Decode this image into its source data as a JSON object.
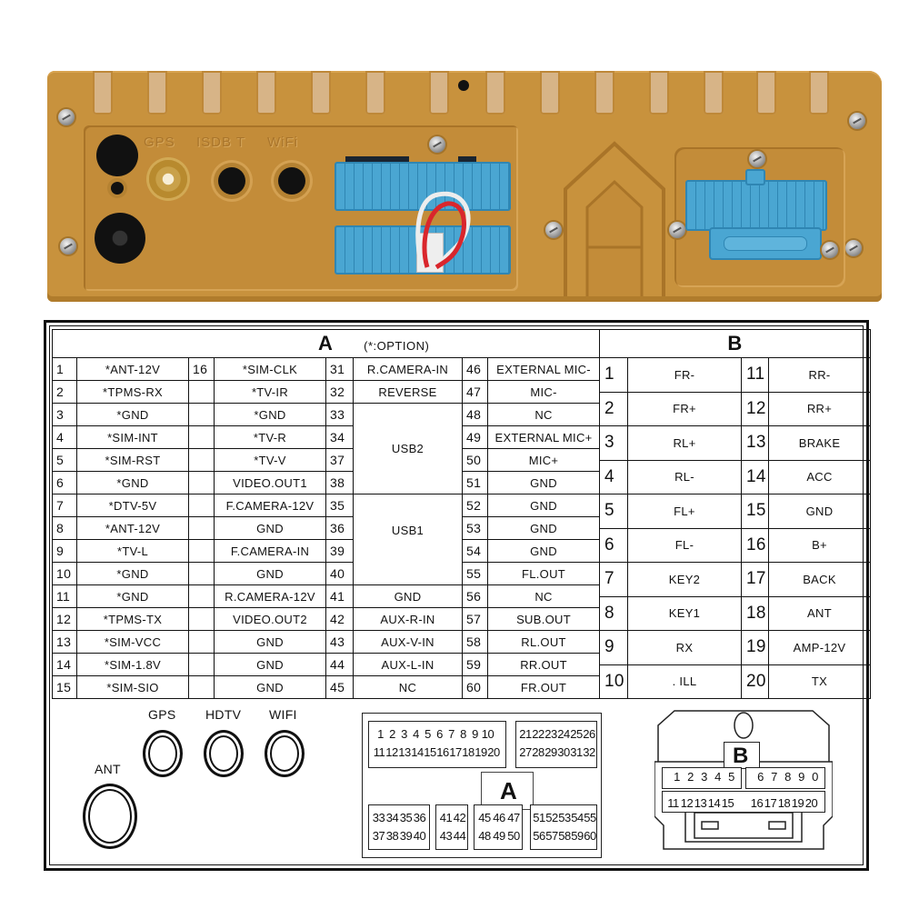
{
  "photo": {
    "engraved_labels": [
      "GPS",
      "ISDB T",
      "WiFi"
    ],
    "colors": {
      "housing": "#C8923D",
      "fin": "#D7B487",
      "connector": "#4AA6D2",
      "wire_red": "#D9262C",
      "wire_white": "#EDEDED"
    }
  },
  "table_a": {
    "title": "A",
    "option_note": "(*:OPTION)",
    "col1": [
      {
        "pin": "1",
        "label": "*ANT-12V"
      },
      {
        "pin": "2",
        "label": "*TPMS-RX"
      },
      {
        "pin": "3",
        "label": "*GND"
      },
      {
        "pin": "4",
        "label": "*SIM-INT"
      },
      {
        "pin": "5",
        "label": "*SIM-RST"
      },
      {
        "pin": "6",
        "label": "*GND"
      },
      {
        "pin": "7",
        "label": "*DTV-5V"
      },
      {
        "pin": "8",
        "label": "*ANT-12V"
      },
      {
        "pin": "9",
        "label": "*TV-L"
      },
      {
        "pin": "10",
        "label": "*GND"
      },
      {
        "pin": "11",
        "label": "*GND"
      },
      {
        "pin": "12",
        "label": "*TPMS-TX"
      },
      {
        "pin": "13",
        "label": "*SIM-VCC"
      },
      {
        "pin": "14",
        "label": "*SIM-1.8V"
      },
      {
        "pin": "15",
        "label": "*SIM-SIO"
      }
    ],
    "col2": [
      {
        "pin": "16",
        "label": "*SIM-CLK"
      },
      {
        "pin": "",
        "label": "*TV-IR"
      },
      {
        "pin": "",
        "label": "*GND"
      },
      {
        "pin": "",
        "label": "*TV-R"
      },
      {
        "pin": "",
        "label": "*TV-V"
      },
      {
        "pin": "",
        "label": "VIDEO.OUT1"
      },
      {
        "pin": "",
        "label": "F.CAMERA-12V"
      },
      {
        "pin": "",
        "label": "GND"
      },
      {
        "pin": "",
        "label": "F.CAMERA-IN"
      },
      {
        "pin": "",
        "label": "GND"
      },
      {
        "pin": "",
        "label": "R.CAMERA-12V"
      },
      {
        "pin": "",
        "label": "VIDEO.OUT2"
      },
      {
        "pin": "",
        "label": "GND"
      },
      {
        "pin": "",
        "label": "GND"
      },
      {
        "pin": "",
        "label": "GND"
      }
    ],
    "col3_pins": [
      "31",
      "32",
      "33",
      "34",
      "37",
      "38",
      "35",
      "36",
      "39",
      "40",
      "41",
      "42",
      "43",
      "44",
      "45"
    ],
    "col3_labels": {
      "r31": "R.CAMERA-IN",
      "r32": "REVERSE",
      "usb2": "USB2",
      "usb1": "USB1",
      "r41": "GND",
      "r42": "AUX-R-IN",
      "r43": "AUX-V-IN",
      "r44": "AUX-L-IN",
      "r45": "NC"
    },
    "col4": [
      {
        "pin": "46",
        "label": "EXTERNAL MIC-"
      },
      {
        "pin": "47",
        "label": "MIC-"
      },
      {
        "pin": "48",
        "label": "NC"
      },
      {
        "pin": "49",
        "label": "EXTERNAL MIC+"
      },
      {
        "pin": "50",
        "label": "MIC+"
      },
      {
        "pin": "51",
        "label": "GND"
      },
      {
        "pin": "52",
        "label": "GND"
      },
      {
        "pin": "53",
        "label": "GND"
      },
      {
        "pin": "54",
        "label": "GND"
      },
      {
        "pin": "55",
        "label": "FL.OUT"
      },
      {
        "pin": "56",
        "label": "NC"
      },
      {
        "pin": "57",
        "label": "SUB.OUT"
      },
      {
        "pin": "58",
        "label": "RL.OUT"
      },
      {
        "pin": "59",
        "label": "RR.OUT"
      },
      {
        "pin": "60",
        "label": "FR.OUT"
      }
    ]
  },
  "table_b": {
    "title": "B",
    "rows": [
      {
        "p1": "1",
        "l1": "FR-",
        "p2": "11",
        "l2": "RR-"
      },
      {
        "p1": "2",
        "l1": "FR+",
        "p2": "12",
        "l2": "RR+"
      },
      {
        "p1": "3",
        "l1": "RL+",
        "p2": "13",
        "l2": "BRAKE"
      },
      {
        "p1": "4",
        "l1": "RL-",
        "p2": "14",
        "l2": "ACC"
      },
      {
        "p1": "5",
        "l1": "FL+",
        "p2": "15",
        "l2": "GND"
      },
      {
        "p1": "6",
        "l1": "FL-",
        "p2": "16",
        "l2": "B+"
      },
      {
        "p1": "7",
        "l1": "KEY2",
        "p2": "17",
        "l2": "BACK"
      },
      {
        "p1": "8",
        "l1": "KEY1",
        "p2": "18",
        "l2": "ANT"
      },
      {
        "p1": "9",
        "l1": "RX",
        "p2": "19",
        "l2": "AMP-12V"
      },
      {
        "p1": "10",
        "l1": ". ILL",
        "p2": "20",
        "l2": "TX"
      }
    ]
  },
  "antenna_ports": {
    "ant": "ANT",
    "gps": "GPS",
    "hdtv": "HDTV",
    "wifi": "WIFI"
  },
  "connector_a": {
    "label": "A",
    "block1_top": [
      "1",
      "2",
      "3",
      "4",
      "5",
      "6",
      "7",
      "8",
      "9",
      "10"
    ],
    "block1_bottom": [
      "11",
      "12",
      "13",
      "14",
      "15",
      "16",
      "17",
      "18",
      "19",
      "20"
    ],
    "block2_top": [
      "21",
      "22",
      "23",
      "24",
      "25",
      "26"
    ],
    "block2_bottom": [
      "27",
      "28",
      "29",
      "30",
      "31",
      "32"
    ],
    "block3_top": [
      "33",
      "34",
      "35",
      "36"
    ],
    "block3_bottom": [
      "37",
      "38",
      "39",
      "40"
    ],
    "block4_top": [
      "41",
      "42"
    ],
    "block4_bottom": [
      "43",
      "44"
    ],
    "block5_top": [
      "45",
      "46",
      "47"
    ],
    "block5_bottom": [
      "48",
      "49",
      "50"
    ],
    "block6_top": [
      "51",
      "52",
      "53",
      "54",
      "55"
    ],
    "block6_bottom": [
      "56",
      "57",
      "58",
      "59",
      "60"
    ]
  },
  "connector_b": {
    "label": "B",
    "top_left": [
      "1",
      "2",
      "3",
      "4",
      "5"
    ],
    "top_right": [
      "6",
      "7",
      "8",
      "9",
      "0"
    ],
    "bottom_left": [
      "11",
      "12",
      "13",
      "14",
      "15"
    ],
    "bottom_right": [
      "16",
      "17",
      "18",
      "19",
      "20"
    ]
  }
}
